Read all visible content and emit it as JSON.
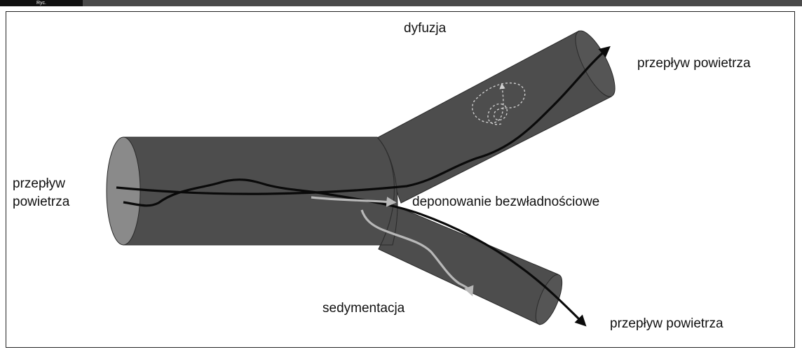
{
  "figure": {
    "tag": "Ryc."
  },
  "labels": {
    "diffusion": "dyfuzja",
    "airflow_top_right": "przepływ powietrza",
    "airflow_left_line1": "przepływ",
    "airflow_left_line2": "powietrza",
    "inertial_deposition": "deponowanie bezwładnościowe",
    "sedimentation": "sedymentacja",
    "airflow_bottom_right": "przepływ powietrza"
  },
  "colors": {
    "tube_body": "#4d4d4d",
    "tube_end": "#8a8a8a",
    "tube_outline": "#2a2a2a",
    "airflow_path": "#0a0a0a",
    "deposition_path": "#b8b8b8",
    "diffusion_path": "#d0d0d0"
  }
}
